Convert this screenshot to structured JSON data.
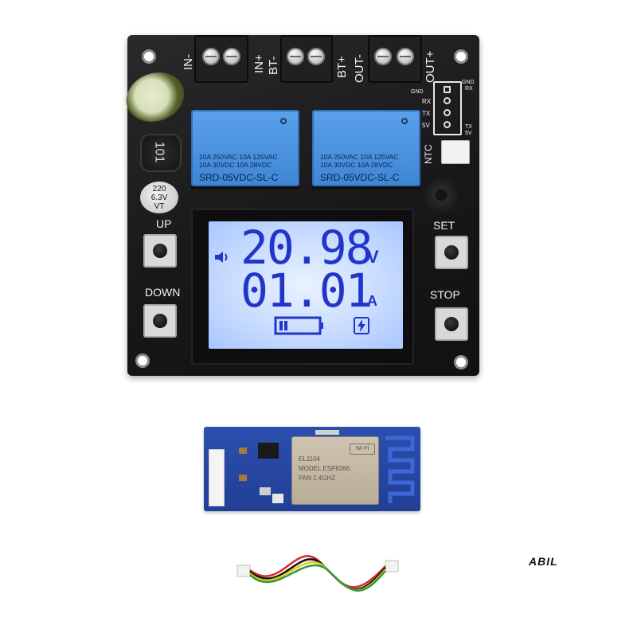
{
  "product": {
    "terminal_labels": [
      "IN-",
      "IN+",
      "BT-",
      "BT+",
      "OUT-",
      "OUT+"
    ],
    "header_labels": [
      "GND",
      "RX",
      "TX",
      "5V"
    ],
    "header_right_labels": [
      "GND",
      "RX",
      "TX",
      "5V"
    ],
    "ntc_label": "NTC",
    "button_labels": {
      "up": "UP",
      "down": "DOWN",
      "set": "SET",
      "stop": "STOP"
    },
    "inductor_marking": "101",
    "small_cap_marking": [
      "220",
      "6.3V",
      "VT"
    ],
    "relays": [
      {
        "spec_line1": "10A 250VAC  10A 125VAC",
        "spec_line2": "10A  30VDC  10A  28VDC",
        "model": "SRD-05VDC-SL-C"
      },
      {
        "spec_line1": "10A 250VAC  10A 125VAC",
        "spec_line2": "10A  30VDC  10A  28VDC",
        "model": "SRD-05VDC-SL-C"
      }
    ],
    "lcd": {
      "voltage": "20.98",
      "voltage_unit": "V",
      "current": "01.01",
      "current_unit": "A"
    }
  },
  "wifi_module": {
    "shield_lines": [
      "EL1104",
      "MODEL  ESP8266",
      "PAN    2.4GHZ"
    ],
    "logo": "Wi-Fi"
  },
  "watermark": "ABIL",
  "colors": {
    "pcb": "#1b1b1d",
    "relay": "#4a93e0",
    "lcd_segment": "#2235c9",
    "lcd_backlight": "#d3e3ff",
    "wifi_pcb": "#2547a3"
  }
}
